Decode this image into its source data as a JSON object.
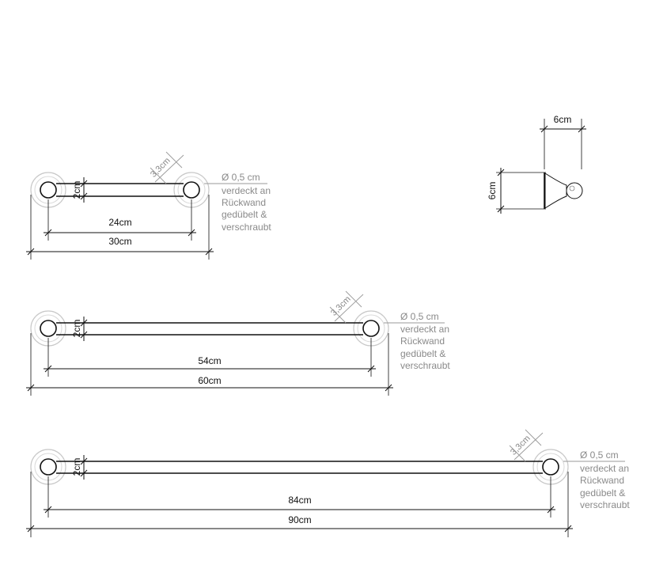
{
  "colors": {
    "ink": "#111111",
    "note": "#8a8a8a",
    "rosette": "#bdbdbd"
  },
  "bars": [
    {
      "bar_height": "2cm",
      "inner_length": "24cm",
      "outer_length": "30cm",
      "offset": "3,3cm",
      "note": {
        "diameter": "Ø 0,5 cm",
        "lines": [
          "verdeckt an",
          "Rückwand",
          "gedübelt &",
          "verschraubt"
        ]
      }
    },
    {
      "bar_height": "2cm",
      "inner_length": "54cm",
      "outer_length": "60cm",
      "offset": "3,3cm",
      "note": {
        "diameter": "Ø 0,5 cm",
        "lines": [
          "verdeckt an",
          "Rückwand",
          "gedübelt &",
          "verschraubt"
        ]
      }
    },
    {
      "bar_height": "2cm",
      "inner_length": "84cm",
      "outer_length": "90cm",
      "offset": "3,3cm",
      "note": {
        "diameter": "Ø 0,5 cm",
        "lines": [
          "verdeckt an",
          "Rückwand",
          "gedübelt &",
          "verschraubt"
        ]
      }
    }
  ],
  "side_view": {
    "width": "6cm",
    "height": "6cm"
  }
}
